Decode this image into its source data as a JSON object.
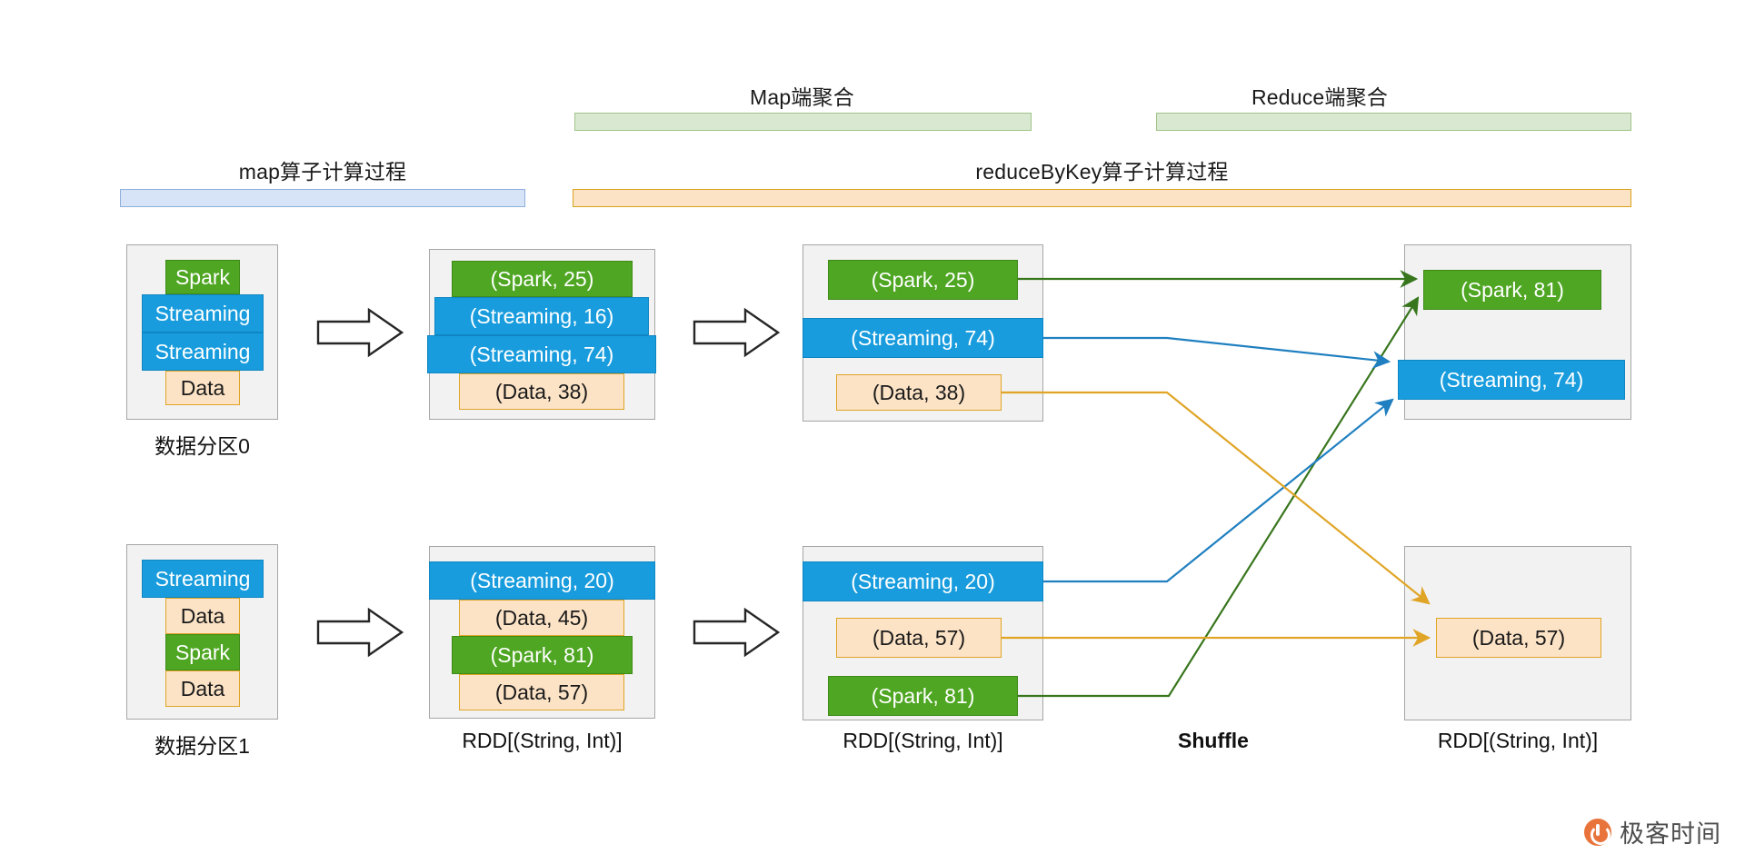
{
  "phases": {
    "map_op": {
      "label": "map算子计算过程",
      "color": "#d7e4f7"
    },
    "reducebykey_op": {
      "label": "reduceByKey算子计算过程",
      "color": "#fce3c6"
    },
    "map_side": {
      "label": "Map端聚合",
      "color": "#d9e8d0"
    },
    "reduce_side": {
      "label": "Reduce端聚合",
      "color": "#d9e8d0"
    }
  },
  "colors": {
    "green": "#4ea622",
    "blue": "#189cdd",
    "orange_fill": "#fce3c6",
    "orange_stroke": "#e0a526",
    "container_fill": "#f2f2f2",
    "container_stroke": "#a6a6a6"
  },
  "columns": [
    {
      "id": "source-partitions",
      "captions": [
        "数据分区0",
        "数据分区1"
      ],
      "top_records": [
        {
          "text": "Spark",
          "color": "green"
        },
        {
          "text": "Streaming",
          "color": "blue"
        },
        {
          "text": "Streaming",
          "color": "blue"
        },
        {
          "text": "Data",
          "color": "orange"
        }
      ],
      "bottom_records": [
        {
          "text": "Streaming",
          "color": "blue"
        },
        {
          "text": "Data",
          "color": "orange"
        },
        {
          "text": "Spark",
          "color": "green"
        },
        {
          "text": "Data",
          "color": "orange"
        }
      ]
    },
    {
      "id": "after-map",
      "captions": [
        "",
        "RDD[(String, Int)]"
      ],
      "top_records": [
        {
          "text": "(Spark,  25)",
          "color": "green"
        },
        {
          "text": "(Streaming,  16)",
          "color": "blue"
        },
        {
          "text": "(Streaming,   74)",
          "color": "blue"
        },
        {
          "text": "(Data,  38)",
          "color": "orange"
        }
      ],
      "bottom_records": [
        {
          "text": "(Streaming,  20)",
          "color": "blue"
        },
        {
          "text": "(Data,  45)",
          "color": "orange"
        },
        {
          "text": "(Spark,  81)",
          "color": "green"
        },
        {
          "text": "(Data,  57)",
          "color": "orange"
        }
      ]
    },
    {
      "id": "after-map-side-agg",
      "captions": [
        "",
        "RDD[(String, Int)]"
      ],
      "top_records": [
        {
          "text": "(Spark,  25)",
          "color": "green"
        },
        {
          "text": "(Streaming,  74)",
          "color": "blue"
        },
        {
          "text": "(Data,  38)",
          "color": "orange"
        }
      ],
      "bottom_records": [
        {
          "text": "(Streaming,  20)",
          "color": "blue"
        },
        {
          "text": "(Data,  57)",
          "color": "orange"
        },
        {
          "text": "(Spark,  81)",
          "color": "green"
        }
      ]
    },
    {
      "id": "after-reduce-side-agg",
      "captions": [
        "",
        "RDD[(String, Int)]"
      ],
      "top_records": [
        {
          "text": "(Spark,  81)",
          "color": "green"
        },
        {
          "text": "(Streaming,   74)",
          "color": "blue"
        }
      ],
      "bottom_records": [
        {
          "text": "(Data,  57)",
          "color": "orange"
        }
      ]
    }
  ],
  "shuffle": {
    "label": "Shuffle"
  },
  "watermark": {
    "text": "极客时间"
  }
}
